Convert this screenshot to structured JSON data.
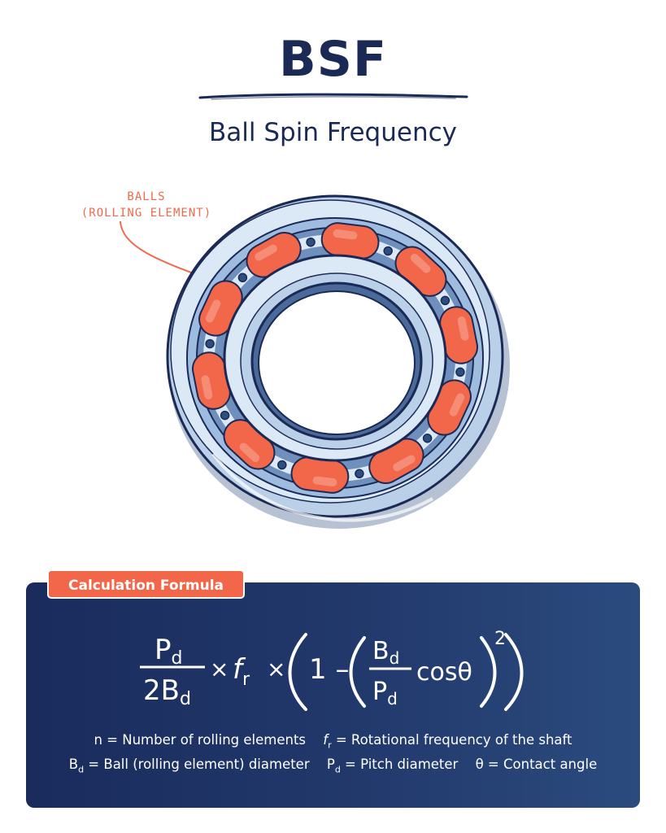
{
  "header": {
    "title": "BSF",
    "subtitle": "Ball Spin Frequency"
  },
  "diagram": {
    "callout_line1": "BALLS",
    "callout_line2": "(ROLLING ELEMENT)",
    "ball_count": 10,
    "colors": {
      "ball": "#f26649",
      "ring_light": "#dbe9f6",
      "ring_mid": "#b9d0e8",
      "outline": "#1b2a55",
      "callout": "#f06a4d"
    }
  },
  "formula_panel": {
    "badge_label": "Calculation Formula",
    "formula": {
      "num_P": "P",
      "num_sub": "d",
      "den_2B": "2B",
      "den_sub": "d",
      "times1": "×",
      "f": "f",
      "f_sub": "r",
      "times2": "×",
      "one_minus": "1 –",
      "inner_num": "B",
      "inner_num_sub": "d",
      "inner_den": "P",
      "inner_den_sub": "d",
      "cos": "cosθ",
      "power": "2"
    },
    "legend": {
      "n_def": "n = Number of rolling elements",
      "fr_sym": "f",
      "fr_sub": "r",
      "fr_def": " = Rotational frequency of the shaft",
      "bd_sym": "B",
      "bd_sub": "d",
      "bd_def": " = Ball (rolling element) diameter",
      "pd_sym": "P",
      "pd_sub": "d",
      "pd_def": " = Pitch diameter",
      "theta_def": "θ = Contact angle"
    },
    "colors": {
      "badge": "#f26649",
      "panel": "#1a2b5c"
    }
  }
}
